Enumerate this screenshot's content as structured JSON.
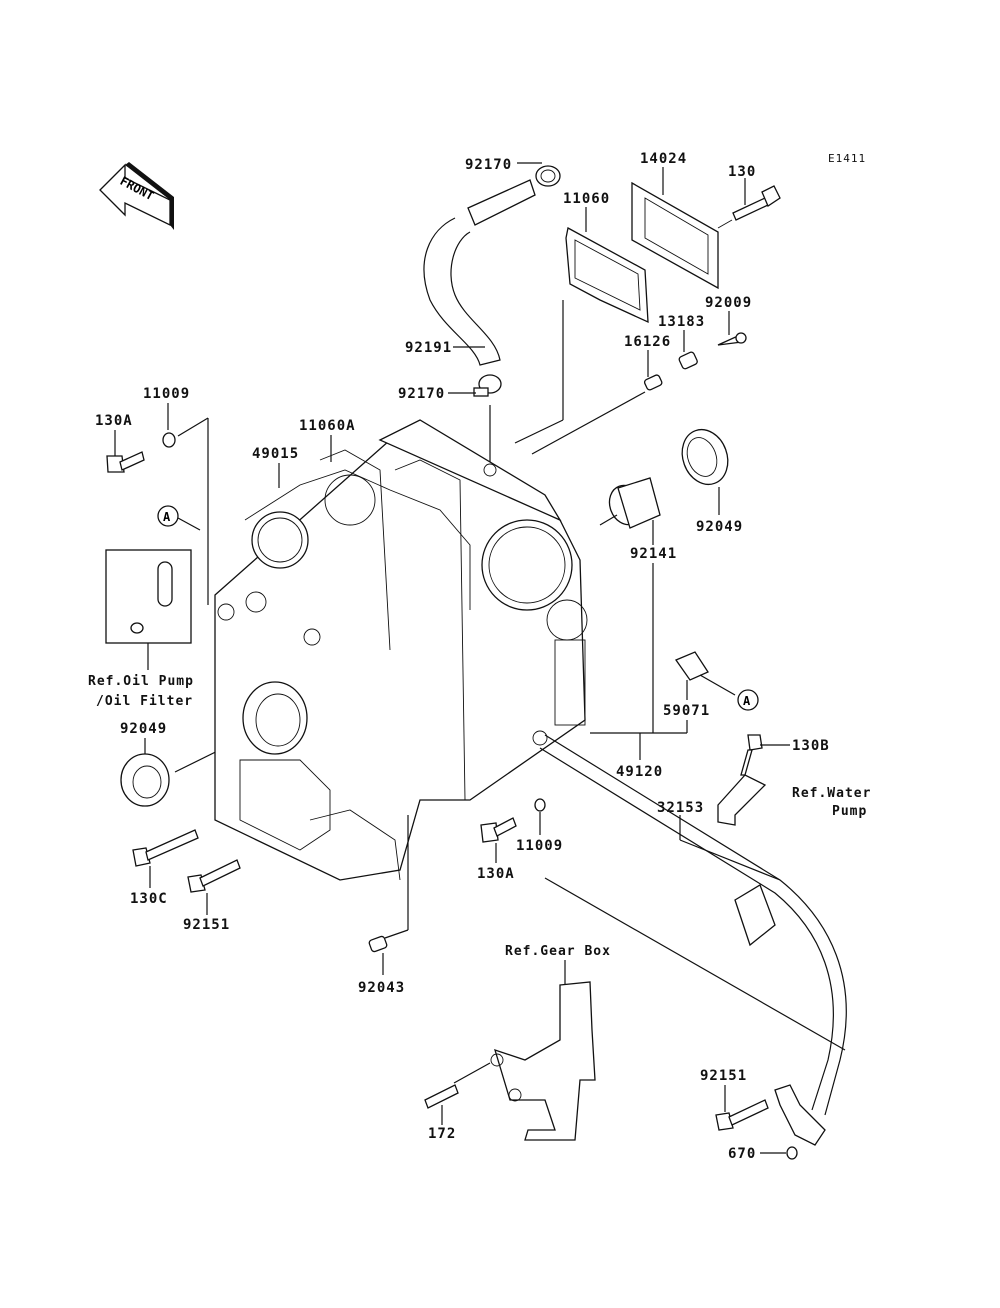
{
  "diagram": {
    "code": "E1411",
    "front_label": "FRONT",
    "callout_a": "A",
    "parts": {
      "p92170_top": "92170",
      "p14024": "14024",
      "p130": "130",
      "p11060": "11060",
      "p92009": "92009",
      "p13183": "13183",
      "p16126": "16126",
      "p92191": "92191",
      "p92170_mid": "92170",
      "p11009_top": "11009",
      "p130A_top": "130A",
      "p11060A": "11060A",
      "p49015": "49015",
      "p92049_right": "92049",
      "p92141": "92141",
      "p59071": "59071",
      "p49120": "49120",
      "p130B": "130B",
      "p92049_left": "92049",
      "p32153": "32153",
      "p130C": "130C",
      "p92151_left": "92151",
      "p130A_bottom": "130A",
      "p11009_bottom": "11009",
      "p92043": "92043",
      "p172": "172",
      "p92151_right": "92151",
      "p670": "670"
    },
    "refs": {
      "oil_pump_line1": "Ref.Oil Pump",
      "oil_pump_line2": "/Oil Filter",
      "water_pump_line1": "Ref.Water",
      "water_pump_line2": "Pump",
      "gear_box": "Ref.Gear Box"
    }
  }
}
